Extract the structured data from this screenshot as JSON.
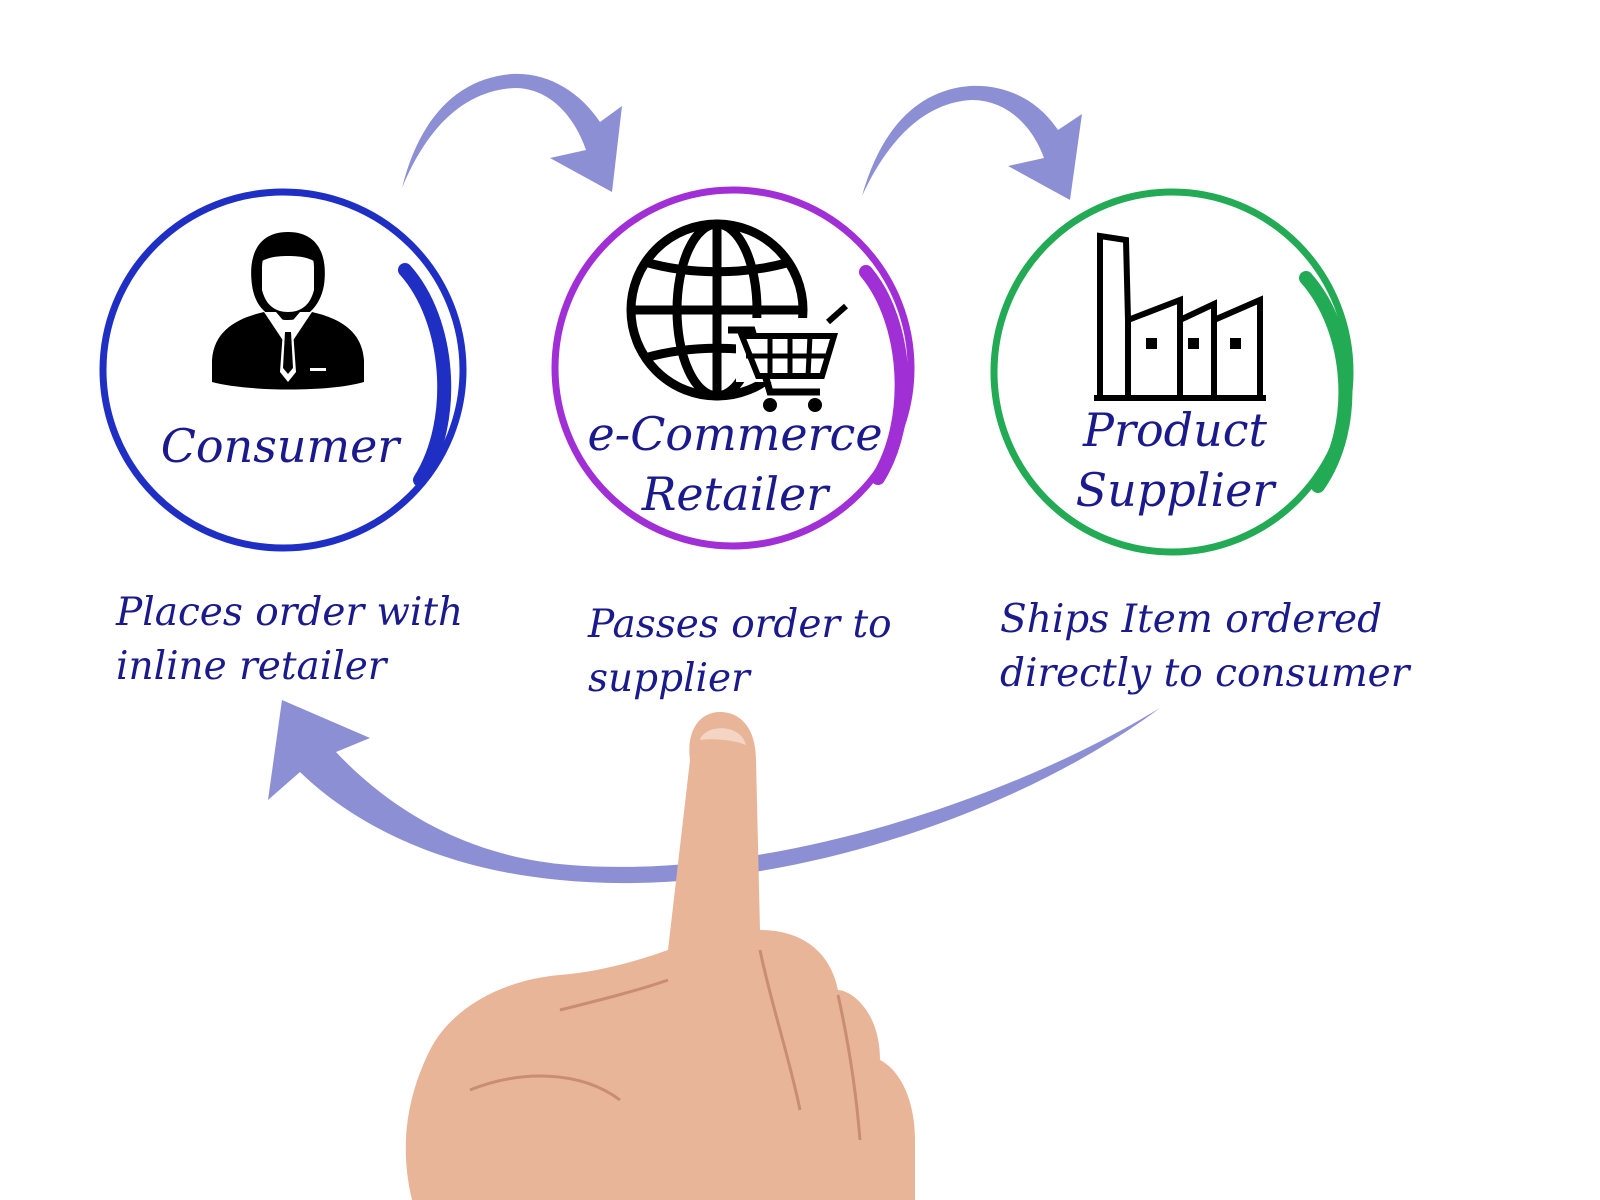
{
  "nodes": [
    {
      "id": "consumer",
      "lines": [
        "Consumer"
      ],
      "color": "#1f2fc4",
      "icon": "person-icon"
    },
    {
      "id": "retailer",
      "lines": [
        "e-Commerce",
        "Retailer"
      ],
      "color": "#a12fd6",
      "icon": "globe-cart-icon"
    },
    {
      "id": "supplier",
      "lines": [
        "Product",
        "Supplier"
      ],
      "color": "#22aa55",
      "icon": "factory-icon"
    }
  ],
  "descriptions": {
    "consumer": [
      "Places order with",
      "inline retailer"
    ],
    "retailer": [
      "Passes order to",
      "supplier"
    ],
    "supplier": [
      "Ships Item ordered",
      "directly to consumer"
    ]
  },
  "colors": {
    "text": "#1a1a8c",
    "arrow": "#8d8fd4",
    "skin": "#e9b598",
    "icon": "#000000"
  }
}
